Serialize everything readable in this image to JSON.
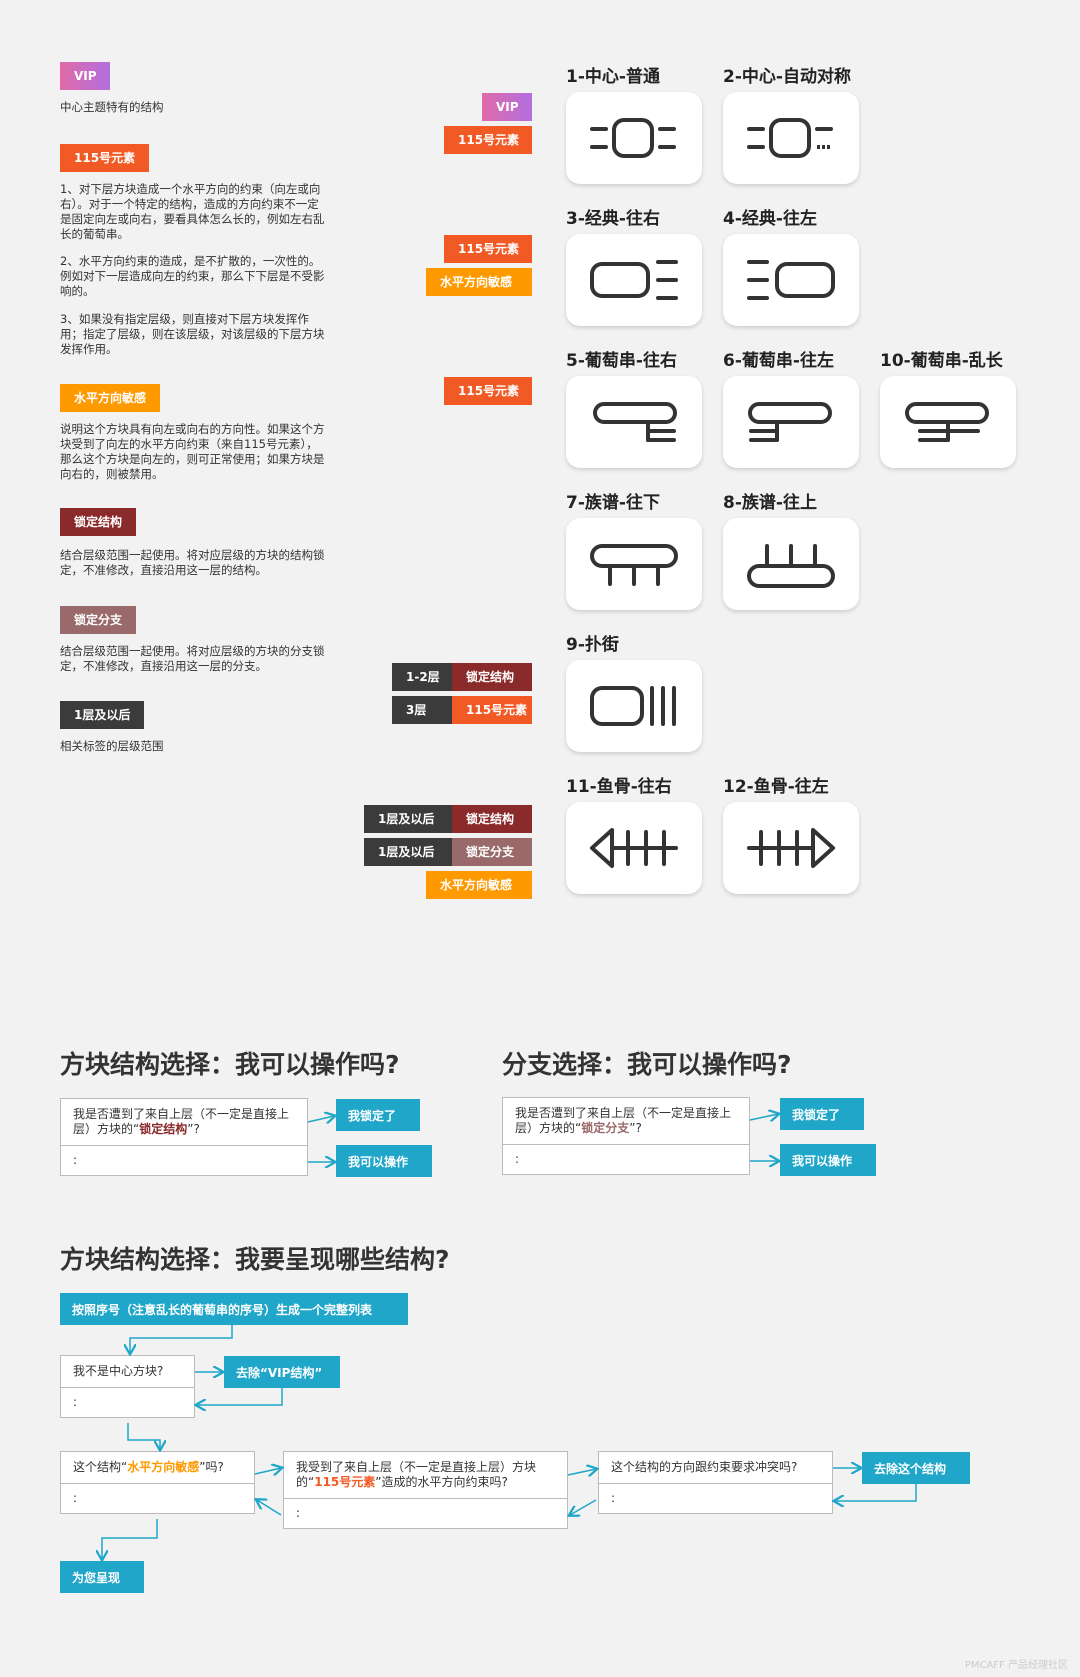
{
  "legend": {
    "vip": {
      "tag": "VIP",
      "desc": "中心主题特有的结构"
    },
    "el115": {
      "tag": "115号元素",
      "p1": "1、对下层方块造成一个水平方向的约束（向左或向右）。对于一个特定的结构，造成的方向约束不一定是固定向左或向右，要看具体怎么长的，例如左右乱长的葡萄串。",
      "p2": "2、水平方向约束的造成，是不扩散的，一次性的。例如对下一层造成向左的约束，那么下下层是不受影响的。",
      "p3": "3、如果没有指定层级，则直接对下层方块发挥作用；指定了层级，则在该层级，对该层级的下层方块发挥作用。"
    },
    "sens": {
      "tag": "水平方向敏感",
      "desc": "说明这个方块具有向左或向右的方向性。如果这个方块受到了向左的水平方向约束（来自115号元素），那么这个方块是向左的，则可正常使用；如果方块是向右的，则被禁用。"
    },
    "lockstr": {
      "tag": "锁定结构",
      "desc": "结合层级范围一起使用。将对应层级的方块的结构锁定，不准修改，直接沿用这一层的结构。"
    },
    "lockbr": {
      "tag": "锁定分支",
      "desc": "结合层级范围一起使用。将对应层级的方块的分支锁定，不准修改，直接沿用这一层的分支。"
    },
    "level": {
      "tag": "1层及以后",
      "desc": "相关标签的层级范围"
    }
  },
  "side_tags": {
    "vip": "VIP",
    "el115": "115号元素",
    "sens": "水平方向敏感",
    "lockstr": "锁定结构",
    "lockbr": "锁定分支",
    "lvl12": "1-2层",
    "lvl3": "3层",
    "lvl1p": "1层及以后"
  },
  "cards": {
    "c1": "1-中心-普通",
    "c2": "2-中心-自动对称",
    "c3": "3-经典-往右",
    "c4": "4-经典-往左",
    "c5": "5-葡萄串-往右",
    "c6": "6-葡萄串-往左",
    "c10": "10-葡萄串-乱长",
    "c7": "7-族谱-往下",
    "c8": "8-族谱-往上",
    "c9": "9-扑街",
    "c11": "11-鱼骨-往右",
    "c12": "12-鱼骨-往左"
  },
  "flow1": {
    "title": "方块结构选择：我可以操作吗?",
    "q_pre": "我是否遭到了来自上层（不一定是直接上层）方块的“",
    "q_hl": "锁定结构",
    "q_post": "”?",
    "colon": ":",
    "yes": "我锁定了",
    "no": "我可以操作"
  },
  "flow2": {
    "title": "分支选择：我可以操作吗?",
    "q_pre": "我是否遭到了来自上层（不一定是直接上层）方块的“",
    "q_hl": "锁定分支",
    "q_post": "”?",
    "colon": ":",
    "yes": "我锁定了",
    "no": "我可以操作"
  },
  "flow3": {
    "title": "方块结构选择：我要呈现哪些结构?",
    "start": "按照序号（注意乱长的葡萄串的序号）生成一个完整列表",
    "q_center": "我不是中心方块?",
    "colon": ":",
    "remove_vip": "去除“VIP结构”",
    "q_sens_pre": "这个结构“",
    "q_sens_hl": "水平方向敏感",
    "q_sens_post": "”吗?",
    "q_115_pre": "我受到了来自上层（不一定是直接上层）方块的“",
    "q_115_hl": "115号元素",
    "q_115_post": "”造成的水平方向约束吗?",
    "q_conflict": "这个结构的方向跟约束要求冲突吗?",
    "remove": "去除这个结构",
    "present": "为您呈现"
  },
  "watermark": "PMCAFF 产品经理社区",
  "colors": {
    "accent": "#1fa6c9",
    "vip": "#c26dc9",
    "el115": "#f15a24",
    "sens": "#ff9900",
    "lockstr": "#8b2a2a",
    "lockbr": "#9a6a6a",
    "level": "#3b3b3b"
  }
}
